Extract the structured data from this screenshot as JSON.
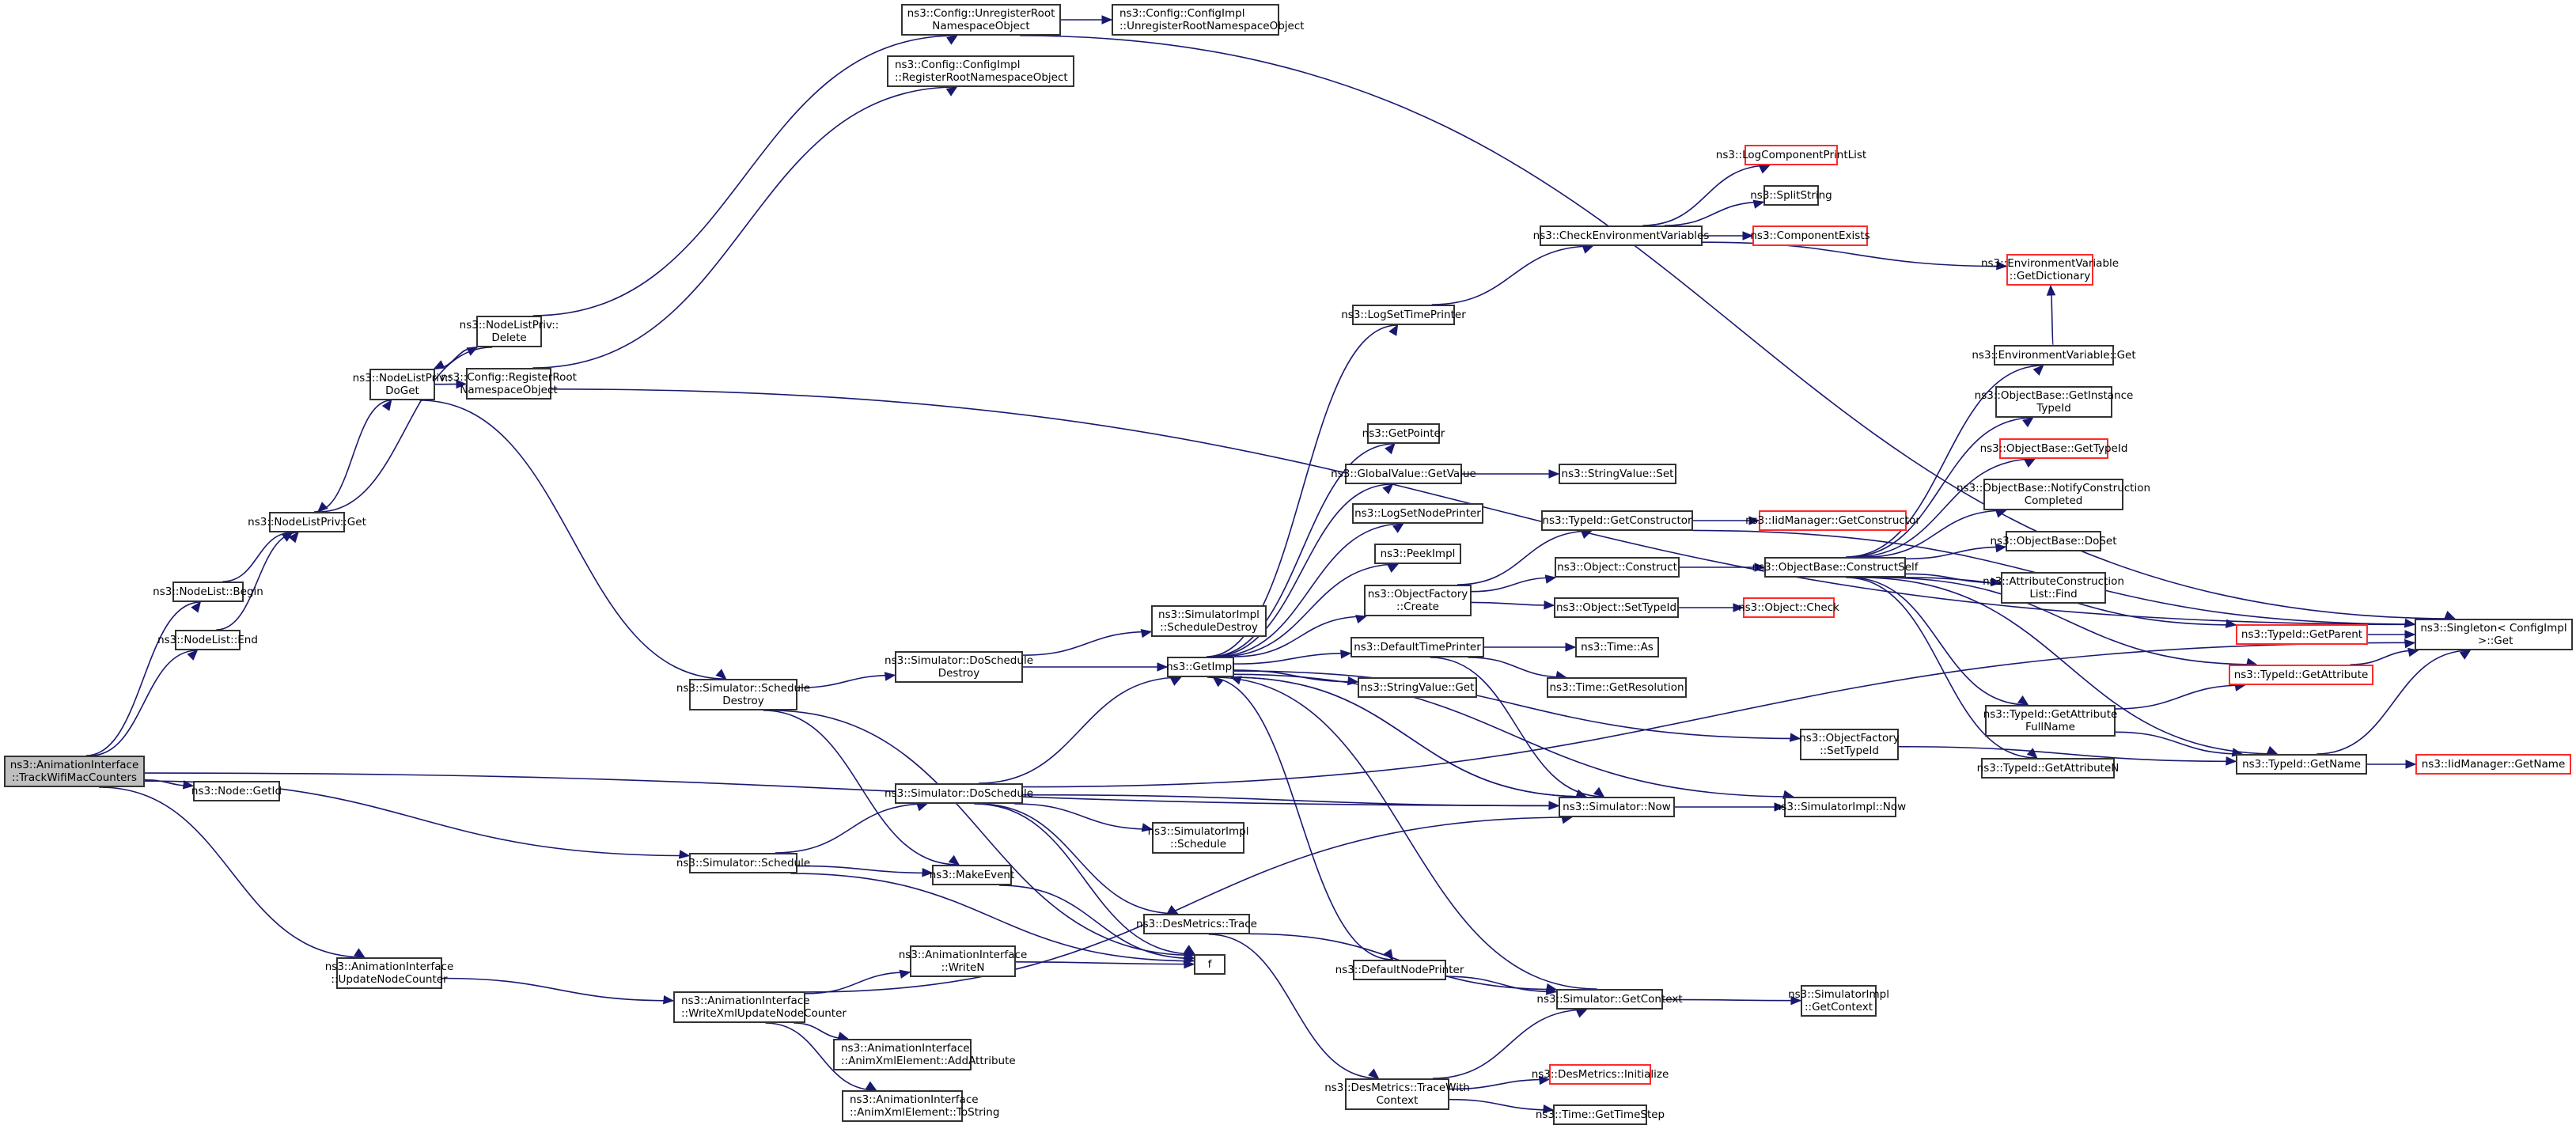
{
  "graph": {
    "title": "ns3::AnimationInterface::TrackWifiMacCounters call graph",
    "colors": {
      "edge": "#191970",
      "node_border": "#333333",
      "undocumented_border": "#ff2a2a",
      "root_fill": "#bfbfbf"
    },
    "nodes": [
      {
        "id": "root",
        "label": "ns3::AnimationInterface\n::TrackWifiMacCounters",
        "kind": "root"
      },
      {
        "id": "node_getid",
        "label": "ns3::Node::GetId",
        "kind": "normal"
      },
      {
        "id": "nodelist_begin",
        "label": "ns3::NodeList::Begin",
        "kind": "normal"
      },
      {
        "id": "nodelist_end",
        "label": "ns3::NodeList::End",
        "kind": "normal"
      },
      {
        "id": "nlp_get",
        "label": "ns3::NodeListPriv::Get",
        "kind": "normal"
      },
      {
        "id": "nlp_doget",
        "label": "ns3::NodeListPriv::\nDoGet",
        "kind": "normal"
      },
      {
        "id": "nlp_delete",
        "label": "ns3::NodeListPriv::\nDelete",
        "kind": "normal"
      },
      {
        "id": "cfg_register",
        "label": "ns3::Config::RegisterRoot\nNamespaceObject",
        "kind": "normal"
      },
      {
        "id": "cfg_unregister",
        "label": "ns3::Config::UnregisterRoot\nNamespaceObject",
        "kind": "normal"
      },
      {
        "id": "cfgimpl_unregister",
        "label": "ns3::Config::ConfigImpl\n::UnregisterRootNamespaceObject",
        "kind": "normal",
        "align": "left"
      },
      {
        "id": "cfgimpl_register",
        "label": "ns3::Config::ConfigImpl\n::RegisterRootNamespaceObject",
        "kind": "normal",
        "align": "left"
      },
      {
        "id": "sim_scheddestroy",
        "label": "ns3::Simulator::Schedule\nDestroy",
        "kind": "normal"
      },
      {
        "id": "sim_schedule",
        "label": "ns3::Simulator::Schedule",
        "kind": "normal"
      },
      {
        "id": "makeevent",
        "label": "ns3::MakeEvent",
        "kind": "normal"
      },
      {
        "id": "ai_updatenodecounter",
        "label": "ns3::AnimationInterface\n::UpdateNodeCounter",
        "kind": "normal"
      },
      {
        "id": "ai_writexml",
        "label": "ns3::AnimationInterface\n::WriteXmlUpdateNodeCounter",
        "kind": "normal",
        "align": "left"
      },
      {
        "id": "ai_writen",
        "label": "ns3::AnimationInterface\n::WriteN",
        "kind": "normal"
      },
      {
        "id": "ai_addattr",
        "label": "ns3::AnimationInterface\n::AnimXmlElement::AddAttribute",
        "kind": "normal",
        "align": "left"
      },
      {
        "id": "ai_tostring",
        "label": "ns3::AnimationInterface\n::AnimXmlElement::ToString",
        "kind": "normal",
        "align": "left"
      },
      {
        "id": "sim_doscheddestroy",
        "label": "ns3::Simulator::DoSchedule\nDestroy",
        "kind": "normal"
      },
      {
        "id": "sim_doschedule",
        "label": "ns3::Simulator::DoSchedule",
        "kind": "normal"
      },
      {
        "id": "simimpl_scheddestroy",
        "label": "ns3::SimulatorImpl\n::ScheduleDestroy",
        "kind": "normal"
      },
      {
        "id": "getimpl",
        "label": "ns3::GetImpl",
        "kind": "normal"
      },
      {
        "id": "simimpl_schedule",
        "label": "ns3::SimulatorImpl\n::Schedule",
        "kind": "normal"
      },
      {
        "id": "desm_trace",
        "label": "ns3::DesMetrics::Trace",
        "kind": "normal"
      },
      {
        "id": "f",
        "label": "f",
        "kind": "normal"
      },
      {
        "id": "logsettimeprinter",
        "label": "ns3::LogSetTimePrinter",
        "kind": "normal"
      },
      {
        "id": "getpointer",
        "label": "ns3::GetPointer",
        "kind": "normal"
      },
      {
        "id": "gv_getvalue",
        "label": "ns3::GlobalValue::GetValue",
        "kind": "normal"
      },
      {
        "id": "logsetnodeprinter",
        "label": "ns3::LogSetNodePrinter",
        "kind": "normal"
      },
      {
        "id": "peekimpl",
        "label": "ns3::PeekImpl",
        "kind": "normal"
      },
      {
        "id": "of_create",
        "label": "ns3::ObjectFactory\n::Create",
        "kind": "normal"
      },
      {
        "id": "defaulttimeprinter",
        "label": "ns3::DefaultTimePrinter",
        "kind": "normal"
      },
      {
        "id": "sv_get",
        "label": "ns3::StringValue::Get",
        "kind": "normal"
      },
      {
        "id": "sim_now",
        "label": "ns3::Simulator::Now",
        "kind": "normal"
      },
      {
        "id": "simimpl_now",
        "label": "ns3::SimulatorImpl::Now",
        "kind": "normal"
      },
      {
        "id": "defaultnodeprinter",
        "label": "ns3::DefaultNodePrinter",
        "kind": "normal"
      },
      {
        "id": "sim_getcontext",
        "label": "ns3::Simulator::GetContext",
        "kind": "normal"
      },
      {
        "id": "simimpl_getcontext",
        "label": "ns3::SimulatorImpl\n::GetContext",
        "kind": "normal"
      },
      {
        "id": "desm_tracewithctx",
        "label": "ns3::DesMetrics::TraceWith\nContext",
        "kind": "normal"
      },
      {
        "id": "desm_init",
        "label": "ns3::DesMetrics::Initialize",
        "kind": "undocumented"
      },
      {
        "id": "time_gettimestep",
        "label": "ns3::Time::GetTimeStep",
        "kind": "normal"
      },
      {
        "id": "sv_set",
        "label": "ns3::StringValue::Set",
        "kind": "normal"
      },
      {
        "id": "tid_getconstructor",
        "label": "ns3::TypeId::GetConstructor",
        "kind": "normal"
      },
      {
        "id": "iid_getconstructor",
        "label": "ns3::IidManager::GetConstructor",
        "kind": "undocumented"
      },
      {
        "id": "obj_construct",
        "label": "ns3::Object::Construct",
        "kind": "normal"
      },
      {
        "id": "obj_settypeid",
        "label": "ns3::Object::SetTypeId",
        "kind": "normal"
      },
      {
        "id": "obj_check",
        "label": "ns3::Object::Check",
        "kind": "undocumented"
      },
      {
        "id": "time_as",
        "label": "ns3::Time::As",
        "kind": "normal"
      },
      {
        "id": "time_getres",
        "label": "ns3::Time::GetResolution",
        "kind": "normal"
      },
      {
        "id": "of_settypeid",
        "label": "ns3::ObjectFactory\n::SetTypeId",
        "kind": "normal"
      },
      {
        "id": "checkenv",
        "label": "ns3::CheckEnvironmentVariables",
        "kind": "normal"
      },
      {
        "id": "logcompprintlist",
        "label": "ns3::LogComponentPrintList",
        "kind": "undocumented"
      },
      {
        "id": "splitstring",
        "label": "ns3::SplitString",
        "kind": "normal"
      },
      {
        "id": "compexists",
        "label": "ns3::ComponentExists",
        "kind": "undocumented"
      },
      {
        "id": "env_getdict",
        "label": "ns3::EnvironmentVariable\n::GetDictionary",
        "kind": "undocumented"
      },
      {
        "id": "env_get",
        "label": "ns3::EnvironmentVariable::Get",
        "kind": "normal"
      },
      {
        "id": "ob_getinstancetypeid",
        "label": "ns3::ObjectBase::GetInstance\nTypeId",
        "kind": "normal"
      },
      {
        "id": "ob_gettypeid",
        "label": "ns3::ObjectBase::GetTypeId",
        "kind": "undocumented"
      },
      {
        "id": "ob_notify",
        "label": "ns3::ObjectBase::NotifyConstruction\nCompleted",
        "kind": "normal"
      },
      {
        "id": "ob_doset",
        "label": "ns3::ObjectBase::DoSet",
        "kind": "normal"
      },
      {
        "id": "acl_find",
        "label": "ns3::AttributeConstruction\nList::Find",
        "kind": "normal"
      },
      {
        "id": "ob_constructself",
        "label": "ns3::ObjectBase::ConstructSelf",
        "kind": "normal"
      },
      {
        "id": "tid_getparent",
        "label": "ns3::TypeId::GetParent",
        "kind": "undocumented"
      },
      {
        "id": "tid_getattribute",
        "label": "ns3::TypeId::GetAttribute",
        "kind": "undocumented"
      },
      {
        "id": "tid_getattrfullname",
        "label": "ns3::TypeId::GetAttribute\nFullName",
        "kind": "normal"
      },
      {
        "id": "tid_getattrn",
        "label": "ns3::TypeId::GetAttributeN",
        "kind": "normal"
      },
      {
        "id": "tid_getname",
        "label": "ns3::TypeId::GetName",
        "kind": "normal"
      },
      {
        "id": "iid_getname",
        "label": "ns3::IidManager::GetName",
        "kind": "undocumented"
      },
      {
        "id": "singleton_get",
        "label": "ns3::Singleton< ConfigImpl\n >::Get",
        "kind": "normal"
      }
    ],
    "edges": [
      [
        "root",
        "node_getid"
      ],
      [
        "root",
        "nodelist_begin"
      ],
      [
        "root",
        "nodelist_end"
      ],
      [
        "root",
        "sim_schedule"
      ],
      [
        "root",
        "ai_updatenodecounter"
      ],
      [
        "root",
        "sim_now"
      ],
      [
        "nodelist_begin",
        "nlp_get"
      ],
      [
        "nodelist_end",
        "nlp_get"
      ],
      [
        "nlp_get",
        "nlp_doget"
      ],
      [
        "nlp_doget",
        "nlp_delete"
      ],
      [
        "nlp_delete",
        "nlp_doget"
      ],
      [
        "nlp_delete",
        "nlp_get"
      ],
      [
        "nlp_doget",
        "cfg_register"
      ],
      [
        "nlp_doget",
        "sim_scheddestroy"
      ],
      [
        "nlp_delete",
        "cfg_unregister"
      ],
      [
        "cfg_unregister",
        "cfgimpl_unregister"
      ],
      [
        "cfg_unregister",
        "singleton_get"
      ],
      [
        "cfg_register",
        "cfgimpl_register"
      ],
      [
        "cfg_register",
        "singleton_get"
      ],
      [
        "sim_scheddestroy",
        "sim_doscheddestroy"
      ],
      [
        "sim_scheddestroy",
        "makeevent"
      ],
      [
        "sim_scheddestroy",
        "f"
      ],
      [
        "sim_schedule",
        "sim_doschedule"
      ],
      [
        "sim_schedule",
        "makeevent"
      ],
      [
        "sim_schedule",
        "f"
      ],
      [
        "makeevent",
        "f"
      ],
      [
        "sim_doscheddestroy",
        "simimpl_scheddestroy"
      ],
      [
        "sim_doscheddestroy",
        "getimpl"
      ],
      [
        "sim_doschedule",
        "getimpl"
      ],
      [
        "sim_doschedule",
        "simimpl_schedule"
      ],
      [
        "sim_doschedule",
        "desm_trace"
      ],
      [
        "sim_doschedule",
        "sim_now"
      ],
      [
        "sim_doschedule",
        "singleton_get"
      ],
      [
        "sim_doschedule",
        "f"
      ],
      [
        "desm_trace",
        "sim_getcontext"
      ],
      [
        "desm_trace",
        "desm_tracewithctx"
      ],
      [
        "ai_updatenodecounter",
        "ai_writexml"
      ],
      [
        "ai_writexml",
        "ai_writen"
      ],
      [
        "ai_writexml",
        "ai_addattr"
      ],
      [
        "ai_writexml",
        "ai_tostring"
      ],
      [
        "ai_writexml",
        "sim_now"
      ],
      [
        "ai_writen",
        "f"
      ],
      [
        "getimpl",
        "logsettimeprinter"
      ],
      [
        "getimpl",
        "getpointer"
      ],
      [
        "getimpl",
        "gv_getvalue"
      ],
      [
        "getimpl",
        "logsetnodeprinter"
      ],
      [
        "getimpl",
        "peekimpl"
      ],
      [
        "getimpl",
        "of_create"
      ],
      [
        "getimpl",
        "defaulttimeprinter"
      ],
      [
        "getimpl",
        "sv_get"
      ],
      [
        "getimpl",
        "sim_now"
      ],
      [
        "getimpl",
        "defaultnodeprinter"
      ],
      [
        "getimpl",
        "of_settypeid"
      ],
      [
        "getimpl",
        "simimpl_now"
      ],
      [
        "sim_now",
        "getimpl"
      ],
      [
        "sim_getcontext",
        "getimpl"
      ],
      [
        "sim_now",
        "simimpl_now"
      ],
      [
        "logsettimeprinter",
        "checkenv"
      ],
      [
        "checkenv",
        "logcompprintlist"
      ],
      [
        "checkenv",
        "splitstring"
      ],
      [
        "checkenv",
        "compexists"
      ],
      [
        "checkenv",
        "env_getdict"
      ],
      [
        "env_get",
        "env_getdict"
      ],
      [
        "gv_getvalue",
        "sv_set"
      ],
      [
        "of_create",
        "tid_getconstructor"
      ],
      [
        "of_create",
        "obj_construct"
      ],
      [
        "of_create",
        "obj_settypeid"
      ],
      [
        "tid_getconstructor",
        "iid_getconstructor"
      ],
      [
        "tid_getconstructor",
        "singleton_get"
      ],
      [
        "obj_construct",
        "ob_constructself"
      ],
      [
        "obj_settypeid",
        "obj_check"
      ],
      [
        "defaulttimeprinter",
        "time_as"
      ],
      [
        "defaulttimeprinter",
        "time_getres"
      ],
      [
        "defaulttimeprinter",
        "sim_now"
      ],
      [
        "defaultnodeprinter",
        "sim_getcontext"
      ],
      [
        "sim_getcontext",
        "simimpl_getcontext"
      ],
      [
        "desm_tracewithctx",
        "sim_getcontext"
      ],
      [
        "desm_tracewithctx",
        "desm_init"
      ],
      [
        "desm_tracewithctx",
        "time_gettimestep"
      ],
      [
        "of_settypeid",
        "tid_getname"
      ],
      [
        "ob_constructself",
        "env_get"
      ],
      [
        "ob_constructself",
        "ob_getinstancetypeid"
      ],
      [
        "ob_constructself",
        "ob_gettypeid"
      ],
      [
        "ob_constructself",
        "ob_notify"
      ],
      [
        "ob_constructself",
        "ob_doset"
      ],
      [
        "ob_constructself",
        "acl_find"
      ],
      [
        "ob_constructself",
        "tid_getparent"
      ],
      [
        "ob_constructself",
        "tid_getattribute"
      ],
      [
        "ob_constructself",
        "tid_getattrfullname"
      ],
      [
        "ob_constructself",
        "tid_getattrn"
      ],
      [
        "ob_constructself",
        "tid_getname"
      ],
      [
        "tid_getattrfullname",
        "tid_getattribute"
      ],
      [
        "tid_getattrfullname",
        "tid_getname"
      ],
      [
        "tid_getparent",
        "singleton_get"
      ],
      [
        "tid_getattribute",
        "singleton_get"
      ],
      [
        "tid_getname",
        "singleton_get"
      ],
      [
        "tid_getname",
        "iid_getname"
      ]
    ]
  }
}
